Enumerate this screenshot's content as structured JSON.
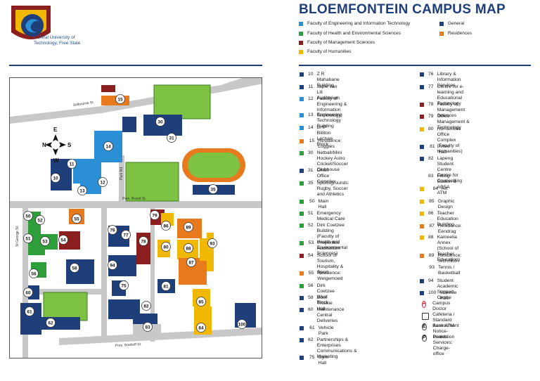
{
  "header": {
    "logo_line1": "Central University of",
    "logo_line2": "Technology, Free State",
    "title": "BLOEMFONTEIN CAMPUS MAP"
  },
  "legend": [
    {
      "label": "Faculty of Engineering and Information Technology",
      "color": "#2a8fd4"
    },
    {
      "label": "Faculty of Health and Environmental Sciences",
      "color": "#2e9e3a"
    },
    {
      "label": "Faculty of Management Sciences",
      "color": "#8b1e1e"
    },
    {
      "label": "Faculty of Humanities",
      "color": "#f0b800"
    },
    {
      "label": "General",
      "color": "#1f3f7a"
    },
    {
      "label": "Residences",
      "color": "#e87a1e"
    }
  ],
  "buildings_left": [
    {
      "num": "10",
      "name": "Z R Mahabane Building",
      "color": "#1f3f7a"
    },
    {
      "num": "11",
      "name": "Japie van Lill Auditorium",
      "color": "#1f3f7a"
    },
    {
      "num": "12",
      "name": "Faculty of Engineering & Information Technology",
      "color": "#2a8fd4"
    },
    {
      "num": "13",
      "name": "Engineering Technology Building",
      "color": "#2a8fd4"
    },
    {
      "num": "14",
      "name": "BHP Billiton Lecture Block",
      "color": "#2a8fd4"
    },
    {
      "num": "15",
      "name": "Residence: Loggies",
      "color": "#e87a1e"
    },
    {
      "num": "30",
      "name": "Netball/Mini Hockey Astro Cricket/Soccer Clubhouse",
      "color": "#2e9e3a"
    },
    {
      "num": "31",
      "name": "Orion Office Complex",
      "color": "#1f3f7a"
    },
    {
      "num": "35",
      "name": "Sportsgrounds: Rugby, Soccer and Athletics",
      "color": "#2e9e3a"
    },
    {
      "num": "50",
      "name": "Main Hall",
      "color": "#2e9e3a"
    },
    {
      "num": "51",
      "name": "Emergency Medical Care",
      "color": "#2e9e3a"
    },
    {
      "num": "52",
      "name": "Dirk Coetzee Building (Faculty of Health and Environmental Sciences)",
      "color": "#2e9e3a"
    },
    {
      "num": "53",
      "name": "Preperitus Auditorium",
      "color": "#2e9e3a"
    },
    {
      "num": "54",
      "name": "School of Tourism, Hospitality & Sport",
      "color": "#8b1e1e"
    },
    {
      "num": "55",
      "name": "Residence: Welgemoed",
      "color": "#e87a1e"
    },
    {
      "num": "56",
      "name": "Dirk Coetzee West Block",
      "color": "#2e9e3a"
    },
    {
      "num": "58",
      "name": "Boet Troskie Hall",
      "color": "#1f3f7a"
    },
    {
      "num": "60",
      "name": "Maintenance Central Deliveries",
      "color": "#1f3f7a"
    },
    {
      "num": "61",
      "name": "Vehicle Park",
      "color": "#1f3f7a"
    },
    {
      "num": "62",
      "name": "Partnerships & Enterprises Communications & Marketing",
      "color": "#1f3f7a"
    },
    {
      "num": "75",
      "name": "Gym Hall",
      "color": "#1f3f7a"
    }
  ],
  "buildings_right": [
    {
      "num": "76",
      "name": "Library & Information Services",
      "color": "#1f3f7a"
    },
    {
      "num": "77",
      "name": "Centre for e-learning and Educational Technology",
      "color": "#1f3f7a"
    },
    {
      "num": "78",
      "name": "Faculty of Management Sciences",
      "color": "#8b1e1e"
    },
    {
      "num": "79",
      "name": "Office Management & Technology",
      "color": "#8b1e1e"
    },
    {
      "num": "80",
      "name": "Humanities Office Complex (Faculty of Humanities)",
      "color": "#f0b800"
    },
    {
      "num": "81",
      "name": "Artec Hall",
      "color": "#1f3f7a"
    },
    {
      "num": "82",
      "name": "Lapeng Student Centre Centre for Counselling",
      "color": "#1f3f7a"
    },
    {
      "num": "83",
      "name": "Filling Station & ABSA ATM",
      "color": ""
    },
    {
      "num": "84",
      "name": "Art",
      "color": "#f0b800"
    },
    {
      "num": "85",
      "name": "Graphic Design",
      "color": "#f0b800"
    },
    {
      "num": "86",
      "name": "Teacher Education Building",
      "color": "#f0b800"
    },
    {
      "num": "87",
      "name": "Residence: Eendrag",
      "color": "#e87a1e"
    },
    {
      "num": "88",
      "name": "Kameelia Annex (School of Teacher Education)",
      "color": "#f0b800"
    },
    {
      "num": "89",
      "name": "Residence: Technikon",
      "color": "#e87a1e"
    },
    {
      "num": "93",
      "name": "Tennis / Basketball",
      "color": ""
    },
    {
      "num": "94",
      "name": "Student Academic Support Centre",
      "color": "#1f3f7a"
    },
    {
      "num": "100",
      "name": "Science Park",
      "color": "#1f3f7a"
    }
  ],
  "symbols": [
    {
      "icon": "red-cross-icon",
      "glyph": "+",
      "label": "Campus Doctor Cafeteria / Standard Bank ATM"
    },
    {
      "icon": "cafeteria-icon",
      "glyph": "",
      "label": ""
    },
    {
      "icon": "notice-board-icon",
      "glyph": "E",
      "label": "Assessment Notice-boards"
    },
    {
      "icon": "parking-icon",
      "glyph": "P",
      "label": "Protection Services: Charge-office"
    }
  ],
  "map": {
    "streets": [
      "Selbourne St.",
      "Pres. Brand St.",
      "Pres. Boshoff St.",
      "St George St.",
      "Park Rd."
    ],
    "compass": [
      "N",
      "E",
      "S",
      "W"
    ],
    "labels": [
      "15",
      "14",
      "30",
      "31",
      "11",
      "10",
      "12",
      "13",
      "35",
      "50",
      "52",
      "51",
      "53",
      "54",
      "55",
      "77",
      "79",
      "86",
      "76",
      "78",
      "89",
      "88",
      "80",
      "93",
      "56",
      "58",
      "94",
      "87",
      "60",
      "75",
      "81",
      "82",
      "85",
      "61",
      "62",
      "83",
      "84",
      "100"
    ]
  }
}
